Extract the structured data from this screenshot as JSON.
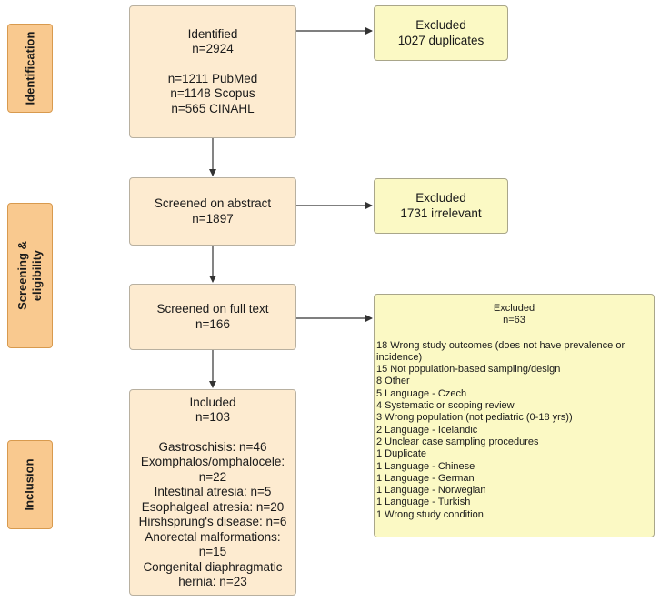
{
  "stages": {
    "identification": "Identification",
    "screening": "Screening &\neligibility",
    "inclusion": "Inclusion"
  },
  "identified": {
    "title": "Identified",
    "count": "n=2924",
    "sources": [
      "n=1211 PubMed",
      "n=1148 Scopus",
      "n=565 CINAHL"
    ]
  },
  "excluded_duplicates": {
    "title": "Excluded",
    "detail": "1027 duplicates"
  },
  "screened_abstract": {
    "title": "Screened on abstract",
    "count": "n=1897"
  },
  "excluded_irrelevant": {
    "title": "Excluded",
    "detail": "1731 irrelevant"
  },
  "screened_fulltext": {
    "title": "Screened on full text",
    "count": "n=166"
  },
  "excluded_fulltext": {
    "title": "Excluded",
    "count": "n=63",
    "reasons": [
      "18 Wrong study outcomes (does not have prevalence or",
      "incidence)",
      "15 Not population-based sampling/design",
      "8 Other",
      "5 Language - Czech",
      "4 Systematic or scoping review",
      "3 Wrong population (not pediatric (0-18 yrs))",
      "2 Language - Icelandic",
      "2 Unclear case sampling procedures",
      "1 Duplicate",
      "1 Language - Chinese",
      "1 Language - German",
      "1 Language - Norwegian",
      "1 Language - Turkish",
      "1 Wrong study condition"
    ]
  },
  "included": {
    "title": "Included",
    "count": "n=103",
    "items": [
      "Gastroschisis: n=46",
      "Exomphalos/omphalocele:",
      "n=22",
      "Intestinal atresia: n=5",
      "Esophalgeal atresia: n=20",
      "Hirshsprung's disease: n=6",
      "Anorectal malformations:",
      "n=15",
      "Congenital diaphragmatic",
      "hernia: n=23"
    ]
  },
  "colors": {
    "stage": "#f9c98f",
    "process_box": "#fdebd0",
    "excluded_box": "#fbf9c4",
    "arrow": "#333333"
  }
}
